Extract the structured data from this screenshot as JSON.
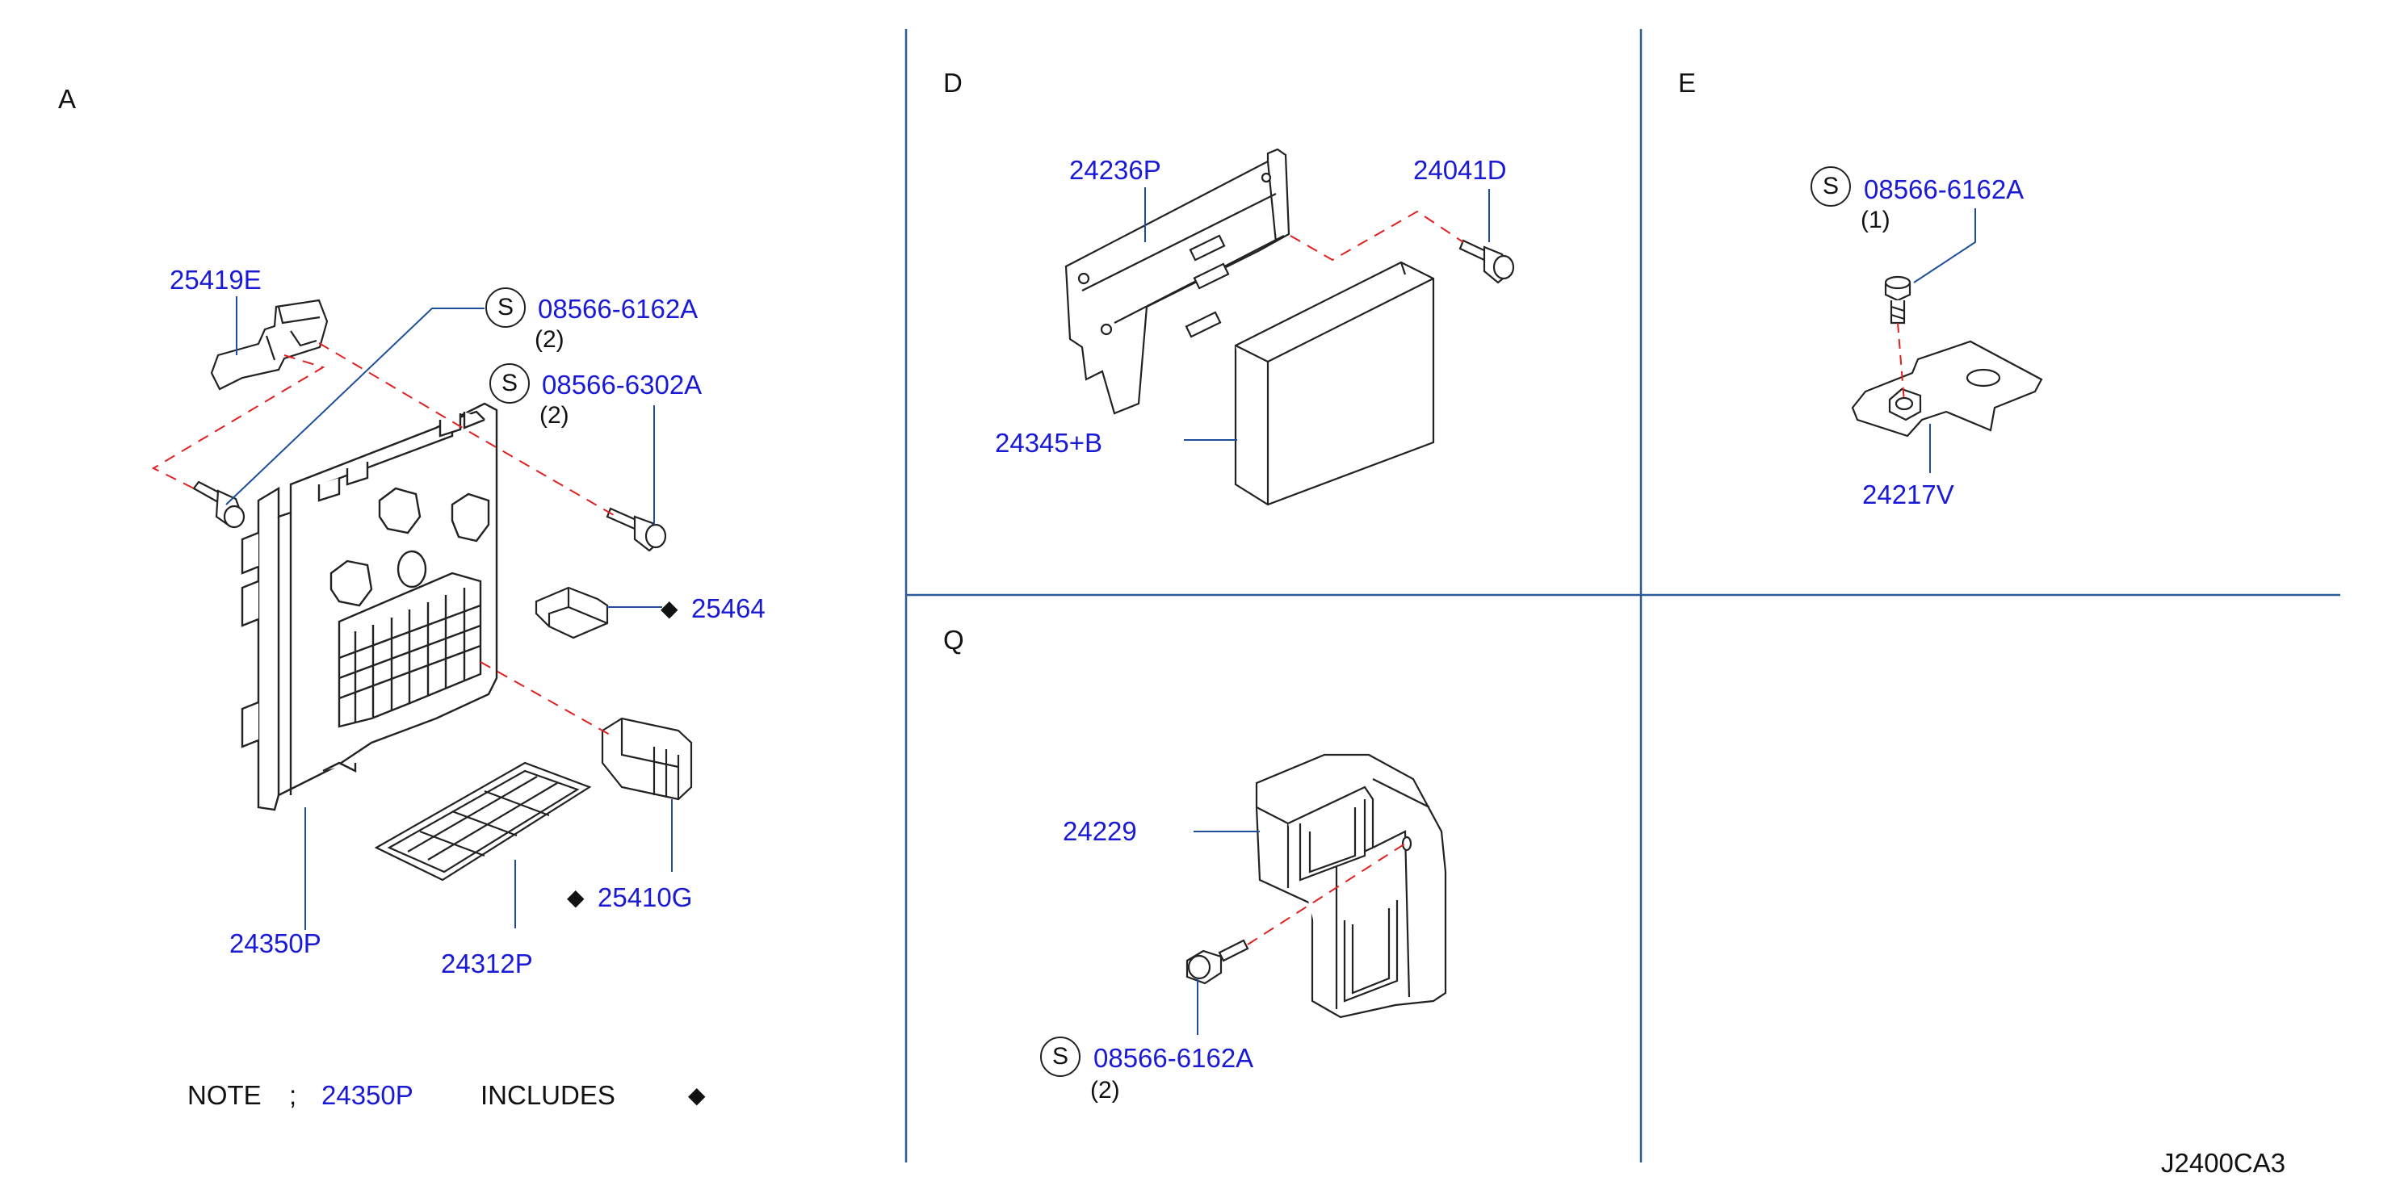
{
  "sections": {
    "a": "A",
    "d": "D",
    "e": "E",
    "q": "Q"
  },
  "symbols": {
    "s": "S",
    "diamond": "◆"
  },
  "parts": {
    "p25419e": "25419E",
    "p08566_6162a": "08566-6162A",
    "p08566_6302a": "08566-6302A",
    "p25464": "25464",
    "p25410g": "25410G",
    "p24350p": "24350P",
    "p24312p": "24312P",
    "p24236p": "24236P",
    "p24041d": "24041D",
    "p24345b": "24345+B",
    "p24217v": "24217V",
    "p24229": "24229"
  },
  "quantities": {
    "two": "(2)",
    "one": "(1)"
  },
  "note": {
    "prefix": "NOTE",
    "sep": ";",
    "part": "24350P",
    "includes": "INCLUDES",
    "symbol": "◆"
  },
  "diagram_code": "J2400CA3",
  "colors": {
    "part_number": "#1a1ad6",
    "divider": "#2a5a9a",
    "leader": "#1f4f9a",
    "dashed": "#e02020",
    "line_art": "#222222"
  }
}
